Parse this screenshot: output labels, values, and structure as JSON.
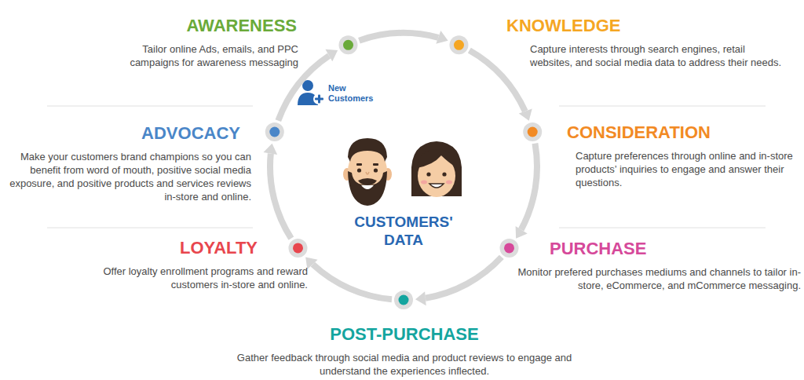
{
  "diagram": {
    "nodes": [
      {
        "text": [
          "AWARENESS",
          "Tailor online Ads, emails, and PPC campaigns for awareness messaging"
        ]
      },
      {
        "text": [
          "KNOWLEDGE",
          "Capture interests through search engines, retail websites, and social media data to address their needs."
        ]
      },
      {
        "text": [
          "CONSIDERATION",
          "Capture preferences through online and in-store products’ inquiries to engage and answer their questions."
        ]
      },
      {
        "text": [
          "PURCHASE",
          "Monitor prefered purchases mediums and channels to tailor in-store, eCommerce, and mCommerce messaging."
        ]
      },
      {
        "text": [
          "POST-PURCHASE",
          "Gather feedback through social media and product reviews to engage and understand the experiences inflected."
        ]
      },
      {
        "text": [
          "LOYALTY",
          "Offer loyalty enrollment programs and reward customers in-store and online."
        ]
      },
      {
        "text": [
          "ADVOCACY",
          "Make your customers brand champions so you can benefit from word of mouth, positive social media exposure, and positive products and services reviews in-store and online."
        ]
      }
    ],
    "edges": [
      {
        "from": 0,
        "to": 1,
        "arrow": "to"
      },
      {
        "from": 1,
        "to": 2,
        "arrow": "to"
      },
      {
        "from": 2,
        "to": 3,
        "arrow": "to"
      },
      {
        "from": 3,
        "to": 4,
        "arrow": "to"
      },
      {
        "from": 4,
        "to": 5,
        "arrow": "to"
      },
      {
        "from": 5,
        "to": 6,
        "arrow": "to"
      },
      {
        "from": 6,
        "to": 0,
        "arrow": "to"
      }
    ],
    "labels": [
      "New Customers",
      "CUSTOMERS' DATA"
    ]
  }
}
